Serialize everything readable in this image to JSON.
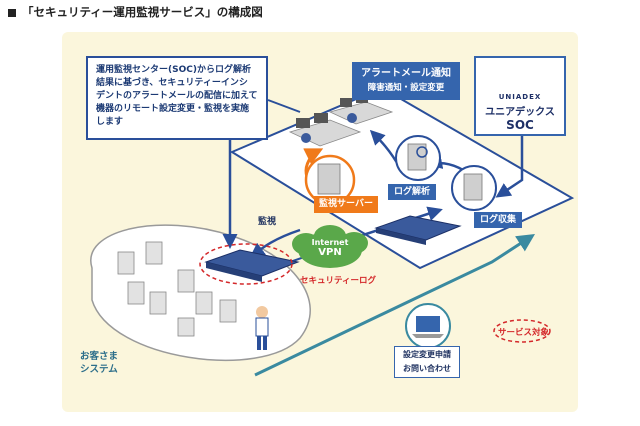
{
  "title": "「セキュリティー運用監視サービス」の構成図",
  "callout": {
    "lines": [
      "運用監視センター(SOC)からログ解析",
      "結果に基づき、セキュリティーインシ",
      "デントのアラートメールの配信に加えて",
      "機器のリモート設定変更・監視を実施",
      "します"
    ]
  },
  "alert": {
    "line1": "アラートメール通知",
    "line2": "障害通知・設定変更"
  },
  "soc": {
    "logo_text": "UNIADEX",
    "name": "ユニアデックス",
    "sub": "SOC"
  },
  "labels": {
    "monitor_server": "監視サーバー",
    "log_analysis": "ログ解析",
    "log_collection": "ログ収集",
    "kanshi": "監視",
    "vpn_line1": "Internet",
    "vpn_line2": "VPN",
    "security_log": "セキュリティーログ",
    "settings_change_line1": "設定変更申請",
    "settings_change_line2": "お問い合わせ",
    "customer_line1": "お客さま",
    "customer_line2": "システム",
    "service_target": "サービス対象"
  },
  "colors": {
    "navy": "#2a4f9a",
    "teal": "#3a8aa0",
    "orange": "#f07a1a",
    "green": "#5aa84a",
    "red": "#d4282a",
    "background": "#fbf6dc"
  }
}
